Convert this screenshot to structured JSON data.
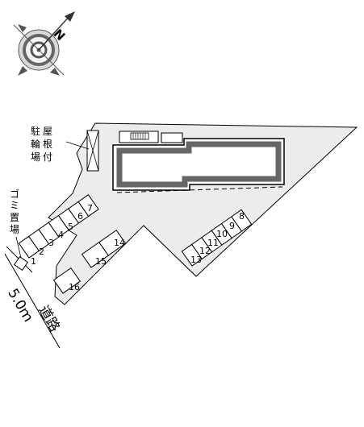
{
  "compass": {
    "north_label": "N",
    "icon": "compass-rose-icon"
  },
  "labels": {
    "bicycle_parking": [
      "駐",
      "輪",
      "場"
    ],
    "roof_attached": [
      "屋",
      "根",
      "付"
    ],
    "garbage_area": [
      "ゴ",
      "ミ",
      "置",
      "場"
    ],
    "road_width": "5.0ｍ",
    "road_name": "道路"
  },
  "parking_spaces": [
    "1",
    "2",
    "3",
    "4",
    "5",
    "6",
    "7",
    "8",
    "9",
    "10",
    "11",
    "12",
    "13",
    "14",
    "15",
    "16"
  ],
  "colors": {
    "lot": "#ececec",
    "building_wall": "#666666",
    "outline": "#000000"
  }
}
